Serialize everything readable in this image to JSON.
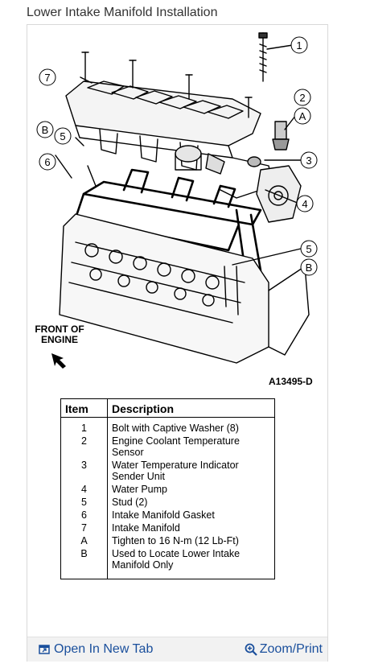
{
  "page_title": "Lower Intake Manifold Installation",
  "diagram": {
    "front_label_line1": "FRONT OF",
    "front_label_line2": "ENGINE",
    "figure_id": "A13495-D",
    "callouts": [
      "1",
      "2",
      "A",
      "3",
      "4",
      "5",
      "B",
      "7",
      "B",
      "5",
      "6"
    ]
  },
  "legend": {
    "col_item": "Item",
    "col_description": "Description",
    "rows": [
      {
        "item": "1",
        "description": "Bolt with Captive Washer (8)"
      },
      {
        "item": "2",
        "description": "Engine Coolant Temperature Sensor"
      },
      {
        "item": "3",
        "description": "Water Temperature Indicator Sender Unit"
      },
      {
        "item": "4",
        "description": "Water Pump"
      },
      {
        "item": "5",
        "description": "Stud (2)"
      },
      {
        "item": "6",
        "description": "Intake Manifold Gasket"
      },
      {
        "item": "7",
        "description": "Intake Manifold"
      },
      {
        "item": "A",
        "description": "Tighten to 16 N-m (12 Lb-Ft)"
      },
      {
        "item": "B",
        "description": "Used to Locate Lower Intake Manifold Only"
      }
    ]
  },
  "footer": {
    "open_tab_label": "Open In New Tab",
    "zoom_label": "Zoom/Print"
  },
  "colors": {
    "link": "#1a4f9c",
    "footer_bg": "#f2f2f2"
  }
}
